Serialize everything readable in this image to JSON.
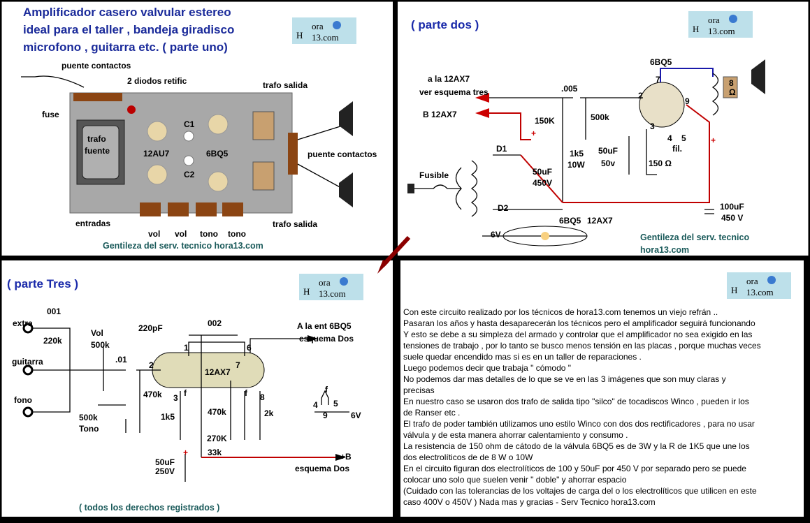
{
  "panel1": {
    "title": [
      "Amplificador casero valvular estereo",
      "ideal para el taller , bandeja giradisco",
      "microfono , guitarra etc.  ( parte uno)"
    ],
    "logo": {
      "h": "H",
      "ora": "ora",
      "com": "13.com"
    },
    "labels": {
      "puente_contactos_top": "puente contactos",
      "diodos": "2 diodos retific",
      "fuse": "fuse",
      "trafo_salida_top": "trafo salida",
      "trafo_fuente_1": "trafo",
      "trafo_fuente_2": "fuente",
      "c1": "C1",
      "c2": "C2",
      "tube_12au7": "12AU7",
      "tube_6bq5": "6BQ5",
      "puente_contactos_right": "puente contactos",
      "entradas": "entradas",
      "vol1": "vol",
      "vol2": "vol",
      "tono1": "tono",
      "tono2": "tono",
      "trafo_salida_bottom": "trafo salida"
    },
    "credit": "Gentileza del serv. tecnico  hora13.com"
  },
  "panel2": {
    "title": "( parte dos )",
    "labels": {
      "tube": "6BQ5",
      "a_la": "a la 12AX7",
      "ver": "ver esquema tres",
      "cap005": ".005",
      "pin2": "2",
      "pin9": "9",
      "pin7": "7",
      "spk": "8",
      "ohm": "Ω",
      "b12ax7": "B 12AX7",
      "r150k": "150K",
      "r500k": "500k",
      "pin3": "3",
      "pin4": "4",
      "pin5": "5",
      "fil": "fil.",
      "d1": "D1",
      "c50uf": "50uF",
      "c50v": "50v",
      "r1k5": "1k5",
      "r10w": "10W",
      "r150": "150 Ω",
      "c50uf2": "50uF",
      "c450v": "450V",
      "fusible": "Fusible",
      "d2": "D2",
      "c100uf": "100uF",
      "c450v2": "450 V",
      "h6bq5": "6BQ5",
      "h12ax7": "12AX7",
      "v6": "6V",
      "plus1": "+",
      "plus2": "+"
    },
    "credit": [
      "Gentileza del serv. tecnico",
      "hora13.com"
    ]
  },
  "panel3": {
    "title": "( parte Tres )",
    "labels": {
      "c001": "001",
      "extra": "extra",
      "r220k": "220k",
      "vol": "Vol",
      "vol500k": "500k",
      "c220pf": "220pF",
      "c002": "002",
      "a_la": "A la ent 6BQ5",
      "esq1": "esquema Dos",
      "pin6": "6",
      "pin1": "1",
      "c01": ".01",
      "guitarra": "guitarra",
      "pin2": "2",
      "tube": "12AX7",
      "pin7": "7",
      "r470k1": "470k",
      "pin3": "3",
      "pin8": "8",
      "f1": "f",
      "f2": "f",
      "fono": "fono",
      "r470k2": "470k",
      "r2k": "2k",
      "r1k5": "1k5",
      "tono500k": "500k",
      "tono": "Tono",
      "r270k": "270K",
      "hf": "f",
      "h4": "4",
      "h5": "5",
      "h9": "9",
      "h6v": "6V",
      "r33k": "33k",
      "plusb": "+B",
      "c50uf": "50uF",
      "c250v": "250V",
      "esq2": "esquema Dos",
      "plus": "+"
    },
    "footer": "( todos los derechos registrados )"
  },
  "panel4": {
    "lines": [
      "Con este circuito realizado por los técnicos de hora13.com tenemos un viejo refrán ..",
      "Pasaran los años y hasta desaparecerán los técnicos pero el amplificador seguirá funcionando",
      "Y esto se debe a su simpleza del armado y controlar que el amplificador no sea exigido en las",
      "tensiones de trabajo , por lo tanto se busco menos tensión en las placas , porque muchas veces",
      "suele quedar encendido mas si es en un taller de reparaciones .",
      "Luego podemos decir que trabaja \" cómodo \"",
      "No podemos dar mas detalles de lo que se ve en las 3 imágenes que son muy claras y",
      "precisas",
      "En nuestro caso se usaron dos trafo de salida tipo \"silco\" de tocadiscos Winco , pueden ir los",
      "de Ranser etc .",
      "El trafo de poder también utilizamos uno estilo Winco con dos dos  rectificadores , para no usar",
      "válvula y de esta manera ahorrar calentamiento y consumo .",
      "La resistencia de 150 ohm de cátodo de la válvula 6BQ5 es de 3W  y la R de 1K5 que une los",
      "dos electrolíticos de de 8 W o 10W",
      "En el circuito figuran dos electrolíticos de 100 y 50uF por 450 V por separado pero se puede",
      "colocar uno solo que suelen venir \" doble\" y ahorrar espacio",
      "(Cuidado con las tolerancias de los voltajes de carga del o los electrolíticos que utilicen en este",
      "caso 400V o 450V ) Nada mas y gracias - Serv Tecnico hora13.com"
    ]
  },
  "colors": {
    "title": "#1a2a9a",
    "credit": "#1a5a5a",
    "wire_red": "#c00000",
    "logo_bg": "#bde0ea",
    "chassis": "#a8a8a8"
  }
}
